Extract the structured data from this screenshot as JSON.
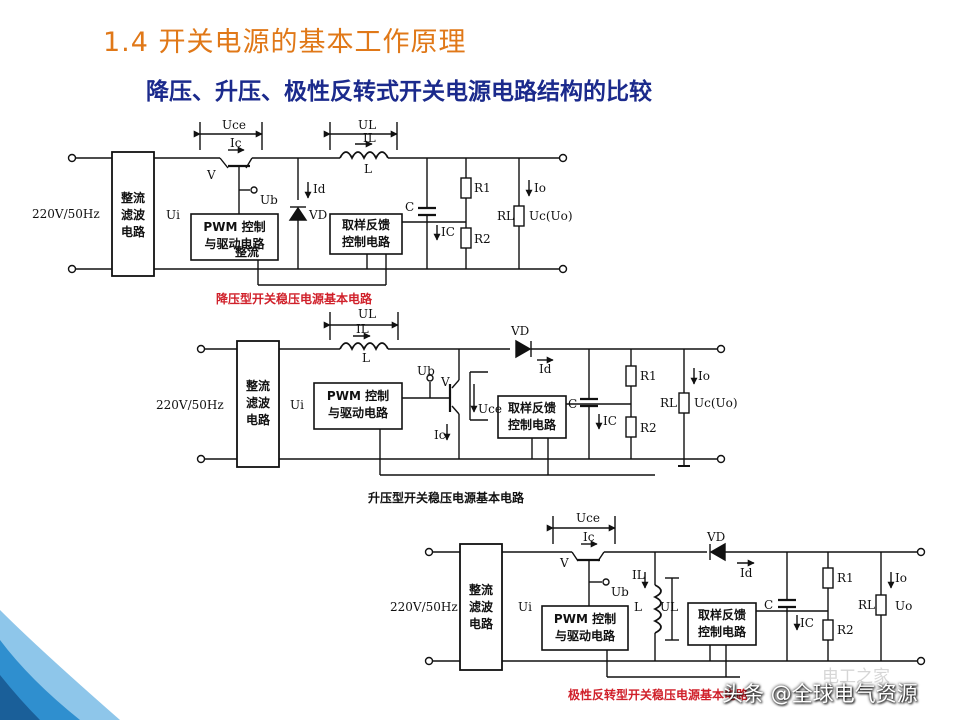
{
  "slide": {
    "title": "1.4  开关电源的基本工作原理",
    "subtitle": "降压、升压、极性反转式开关电源电路结构的比较"
  },
  "circuits": {
    "buck": {
      "input": "220V/50Hz",
      "rectifier": [
        "整流",
        "滤波",
        "电路"
      ],
      "ui": "Ui",
      "uce": "Uce",
      "ic": "Ic",
      "v": "V",
      "ub": "Ub",
      "id": "Id",
      "vd": "VD",
      "pwm": [
        "PWM 控制",
        "与驱动电路"
      ],
      "ul": "UL",
      "il": "IL",
      "l": "L",
      "sample": [
        "取样反馈",
        "控制电路"
      ],
      "c": "C",
      "icap": "IC",
      "r1": "R1",
      "r2": "R2",
      "rl": "RL",
      "io": "Io",
      "uo": "Uc(Uo)",
      "caption": "降压型开关稳压电源基本电路"
    },
    "boost": {
      "input": "220V/50Hz",
      "rectifier": [
        "整流",
        "滤波",
        "电路"
      ],
      "ui": "Ui",
      "ul": "UL",
      "il": "IL",
      "l": "L",
      "vd": "VD",
      "id": "Id",
      "ub": "Ub",
      "v": "V",
      "uce": "Uce",
      "ic": "Ic",
      "pwm": [
        "PWM 控制",
        "与驱动电路"
      ],
      "sample": [
        "取样反馈",
        "控制电路"
      ],
      "c": "C",
      "icap": "IC",
      "r1": "R1",
      "r2": "R2",
      "rl": "RL",
      "io": "Io",
      "uo": "Uc(Uo)",
      "caption": "升压型开关稳压电源基本电路"
    },
    "inverting": {
      "input": "220V/50Hz",
      "rectifier": [
        "整流",
        "滤波",
        "电路"
      ],
      "ui": "Ui",
      "uce": "Uce",
      "ic": "Ic",
      "v": "V",
      "ub": "Ub",
      "il": "IL",
      "l": "L",
      "ul": "UL",
      "vd": "VD",
      "id": "Id",
      "pwm": [
        "PWM 控制",
        "与驱动电路"
      ],
      "sample": [
        "取样反馈",
        "控制电路"
      ],
      "c": "C",
      "icap": "IC",
      "r1": "R1",
      "r2": "R2",
      "rl": "RL",
      "io": "Io",
      "uo": "Uo",
      "caption": "极性反转型开关稳压电源基本电路"
    }
  },
  "watermark": {
    "text": "头条 @全球电气资源",
    "faint": "电工之家"
  },
  "colors": {
    "title": "#e07818",
    "subtitle": "#1b2a8c",
    "caption": "#d0202a",
    "corner": "#2f8fcf"
  }
}
